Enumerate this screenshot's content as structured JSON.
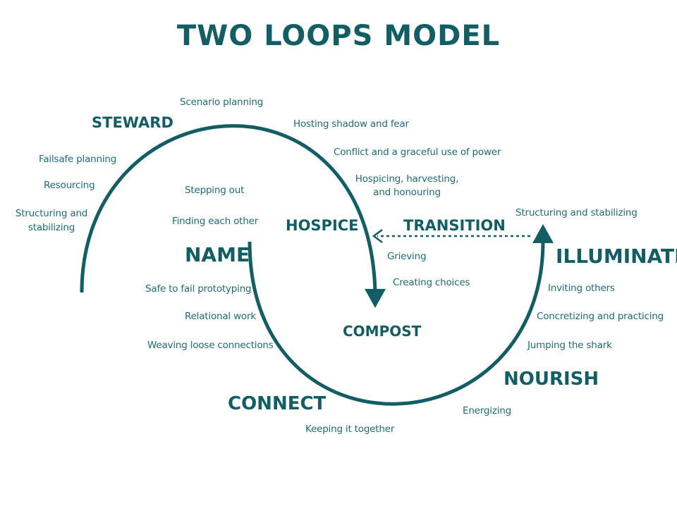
{
  "title": "TWO LOOPS MODEL",
  "colors": {
    "primary": "#125E64",
    "text": "#1C6E74",
    "background": "#FFFFFF"
  },
  "phases": {
    "steward": "STEWARD",
    "hospice": "HOSPICE",
    "transition": "TRANSITION",
    "name": "NAME",
    "illuminate": "ILLUMINATE",
    "compost": "COMPOST",
    "nourish": "NOURISH",
    "connect": "CONNECT"
  },
  "labels": {
    "scenario_planning": "Scenario planning",
    "hosting_shadow": "Hosting shadow and fear",
    "conflict_power": "Conflict and a graceful use of power",
    "hospicing_line1": "Hospicing, harvesting,",
    "hospicing_line2": "and honouring",
    "failsafe_planning": "Failsafe planning",
    "resourcing": "Resourcing",
    "structuring_left_line1": "Structuring and",
    "structuring_left_line2": "stabilizing",
    "stepping_out": "Stepping out",
    "finding_each_other": "Finding each other",
    "structuring_right": "Structuring and stabilizing",
    "grieving": "Grieving",
    "creating_choices": "Creating choices",
    "safe_to_fail": "Safe to fail prototyping",
    "relational_work": "Relational work",
    "weaving": "Weaving loose connections",
    "inviting_others": "Inviting others",
    "concretizing": "Concretizing and practicing",
    "jumping_shark": "Jumping the shark",
    "energizing": "Energizing",
    "keeping_together": "Keeping it together"
  }
}
